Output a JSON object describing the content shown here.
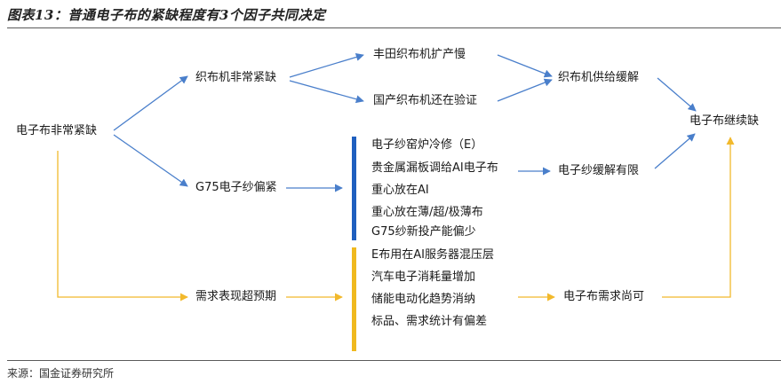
{
  "figure": {
    "title": "图表13：普通电子布的紧缺程度有3个因子共同决定",
    "source": "来源：国金证券研究所"
  },
  "nodes": {
    "root": "电子布非常紧缺",
    "loom_shortage": "织布机非常紧缺",
    "toyota_slow": "丰田织布机扩产慢",
    "domestic_verify": "国产织布机还在验证",
    "loom_relief": "织布机供给缓解",
    "g75_tight": "G75电子纱偏紧",
    "yarn_relief": "电子纱缓解有限",
    "demand_exceed": "需求表现超预期",
    "demand_ok": "电子布需求尚可",
    "final": "电子布继续缺"
  },
  "yarn_factors": [
    "电子纱窑炉冷修（E）",
    "贵金属漏板调给AI电子布",
    "重心放在AI",
    "重心放在薄/超/极薄布",
    "G75纱新投产能偏少"
  ],
  "demand_factors": [
    "E布用在AI服务器混压层",
    "汽车电子消耗量增加",
    "储能电动化趋势消纳",
    "标品、需求统计有偏差"
  ],
  "colors": {
    "blue": "#4a7fcb",
    "gold": "#f2b92c",
    "bar_blue": "#1f5fbf",
    "bar_gold": "#f0b91f"
  }
}
